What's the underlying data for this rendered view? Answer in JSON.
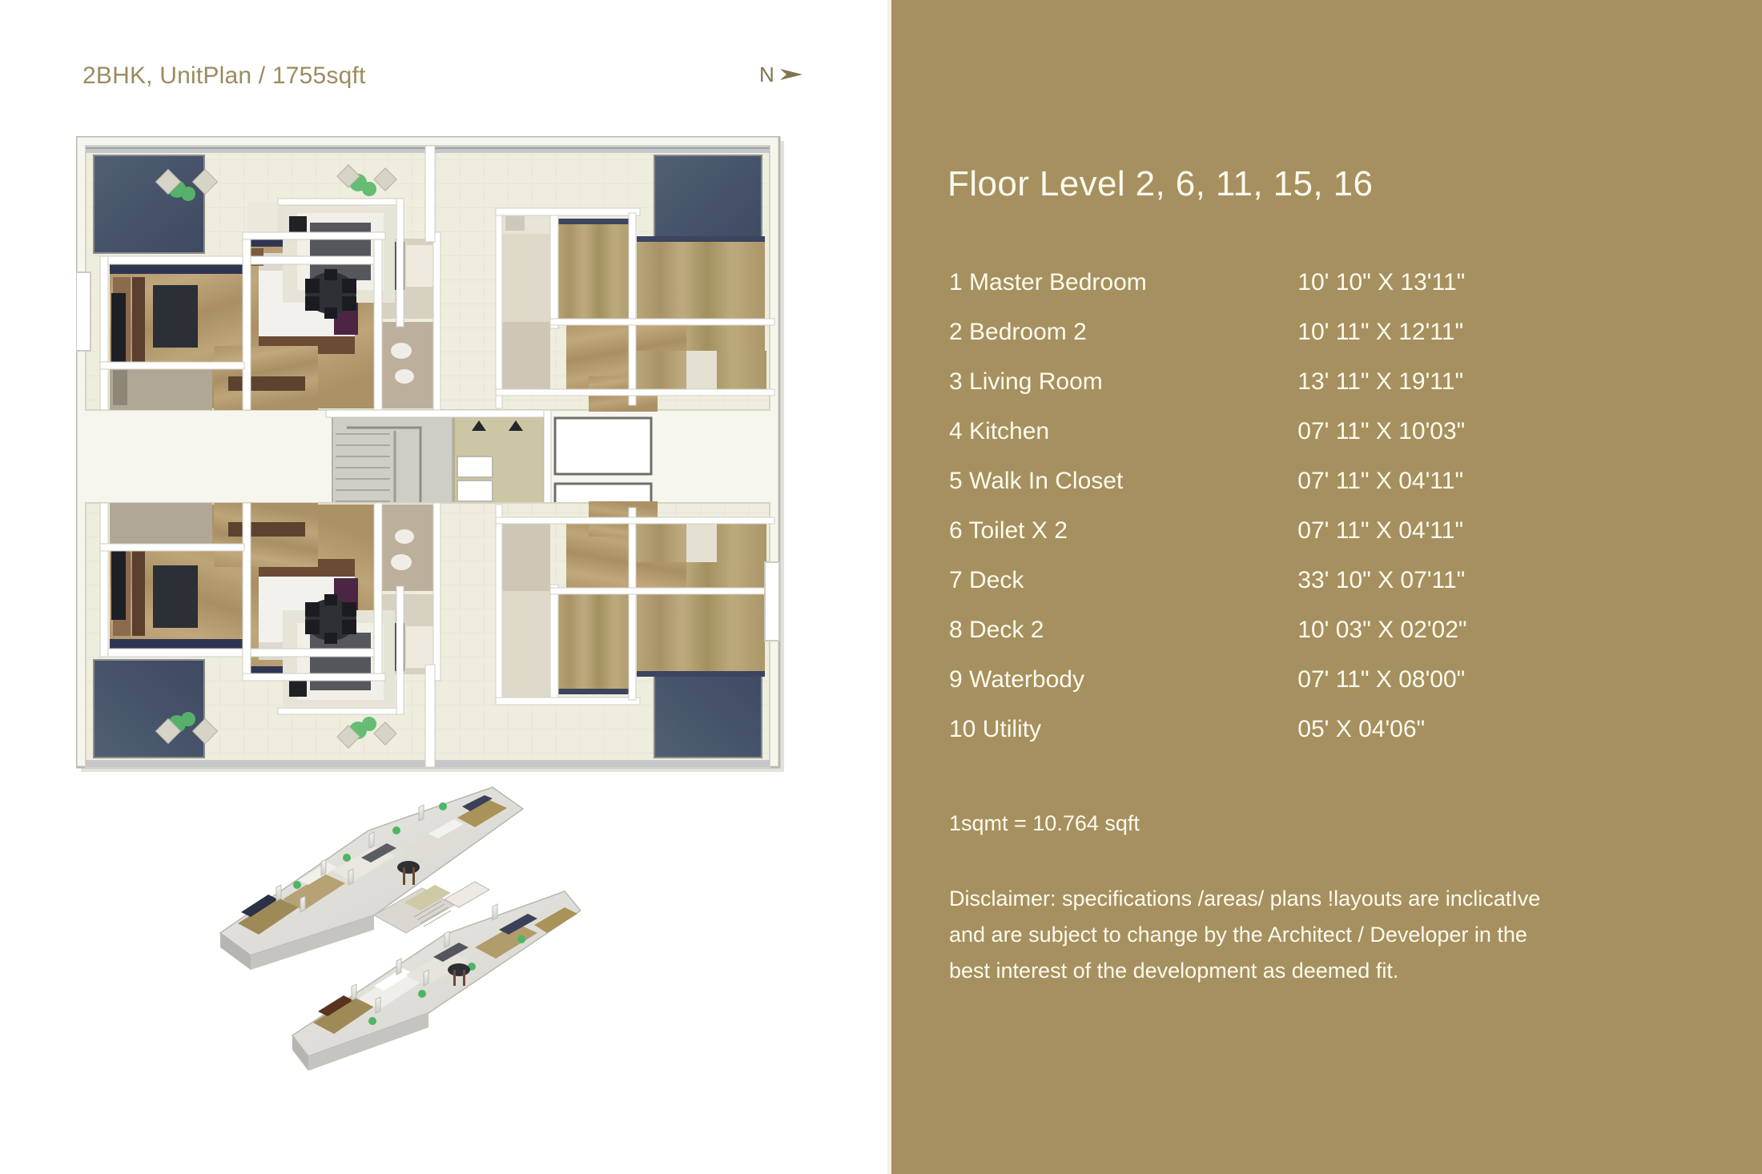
{
  "left": {
    "plan_title": "2BHK, UnitPlan / 1755sqft",
    "north_label": "N",
    "north_icon": "north-arrow-icon",
    "floor_plan_alt": "floor-plan-drawing",
    "iso_view_alt": "isometric-3d-floor-plan"
  },
  "right": {
    "floor_level_title": "Floor Level 2, 6, 11, 15, 16",
    "rooms": [
      {
        "label": "1 Master Bedroom",
        "dims": "10' 10\" X 13'11\""
      },
      {
        "label": "2 Bedroom 2",
        "dims": "10' 11\" X 12'11\""
      },
      {
        "label": "3 Living Room",
        "dims": "13' 11\" X 19'11\""
      },
      {
        "label": "4 Kitchen",
        "dims": "07' 11\" X 10'03\""
      },
      {
        "label": "5 Walk In Closet",
        "dims": "07' 11\" X 04'11\""
      },
      {
        "label": "6 Toilet X 2",
        "dims": "07' 11\" X 04'11\""
      },
      {
        "label": "7 Deck",
        "dims": "33' 10\" X 07'11\""
      },
      {
        "label": "8 Deck 2",
        "dims": "10' 03\" X 02'02\""
      },
      {
        "label": "9 Waterbody",
        "dims": "07' 11\" X 08'00\""
      },
      {
        "label": "10 Utility",
        "dims": "05'  X 04'06\""
      }
    ],
    "conversion_note": "1sqmt = 10.764 sqft",
    "disclaimer_lines": [
      "Disclaimer: specifications /areas/ plans !layouts are inclicatIve",
      "and are subject to change by the Architect / Developer in the",
      "best interest of the development as deemed fit."
    ]
  },
  "colors": {
    "gold_panel": "#a6905f",
    "panel_edge": "#f4f1e2",
    "title_gold": "#9a8c5e",
    "cream_text": "#fdfbee",
    "waterbody_blue": "#4a5568",
    "deck_wood": "#b5a273",
    "floor_cream": "#e9e8d8",
    "wall_white": "#ffffff"
  }
}
